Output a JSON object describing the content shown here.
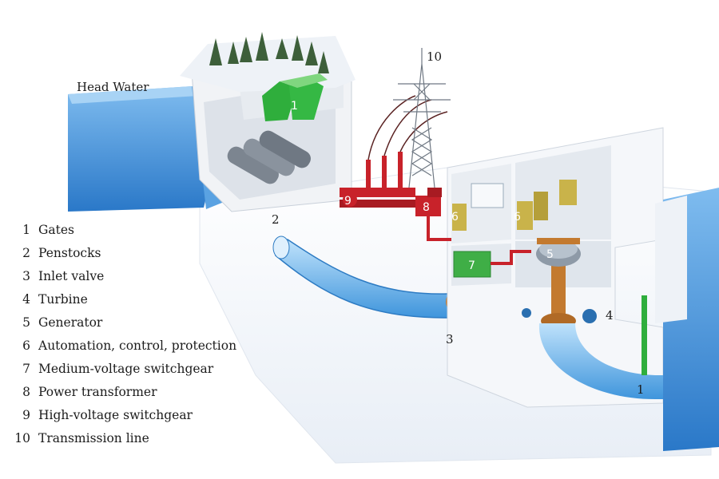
{
  "diagram": {
    "head_water_label": "Head Water",
    "markers": {
      "gates_upper": "1",
      "gates_lower": "1",
      "penstocks": "2",
      "inlet_valve": "3",
      "turbine": "4",
      "generator": "5",
      "control_left": "6",
      "control_right": "6",
      "mv_switchgear": "7",
      "power_transformer": "8",
      "hv_switchgear": "9",
      "transmission_line": "10"
    }
  },
  "legend": [
    {
      "num": "1",
      "label": "Gates"
    },
    {
      "num": "2",
      "label": "Penstocks"
    },
    {
      "num": "3",
      "label": "Inlet valve"
    },
    {
      "num": "4",
      "label": "Turbine"
    },
    {
      "num": "5",
      "label": "Generator"
    },
    {
      "num": "6",
      "label": "Automation, control, protection"
    },
    {
      "num": "7",
      "label": "Medium-voltage switchgear"
    },
    {
      "num": "8",
      "label": "Power transformer"
    },
    {
      "num": "9",
      "label": "High-voltage switchgear"
    },
    {
      "num": "10",
      "label": "Transmission line"
    }
  ],
  "colors": {
    "water": "#3f8fd8",
    "concrete": "#f3f5f8",
    "gate": "#2fae3c",
    "switchgear": "#c8222a",
    "generator": "#c37a2f",
    "control_cabinet": "#c9b34a",
    "mv_cabinet": "#3fae46"
  }
}
